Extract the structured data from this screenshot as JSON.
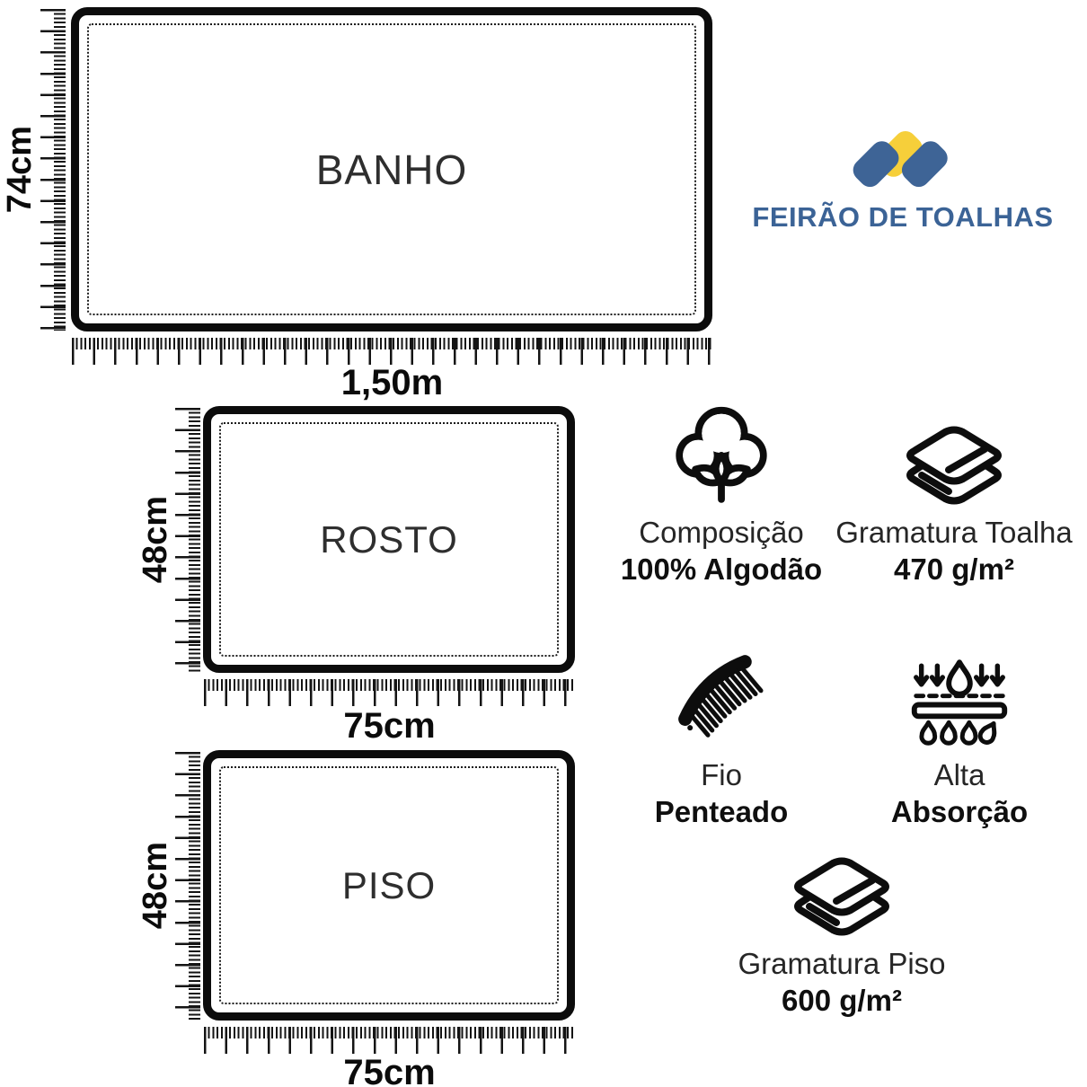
{
  "brand": {
    "name": "FEIRÃO DE TOALHAS",
    "logo_colors": {
      "blue": "#3e6496",
      "yellow": "#f6cf3a"
    }
  },
  "towels": [
    {
      "label": "BANHO",
      "height_label": "74cm",
      "width_label": "1,50m"
    },
    {
      "label": "ROSTO",
      "height_label": "48cm",
      "width_label": "75cm"
    },
    {
      "label": "PISO",
      "height_label": "48cm",
      "width_label": "75cm"
    }
  ],
  "features": [
    {
      "title": "Composição",
      "value": "100% Algodão",
      "icon": "cotton-icon"
    },
    {
      "title": "Gramatura Toalha",
      "value": "470 g/m²",
      "icon": "folded-towel-icon"
    },
    {
      "title": "Fio",
      "value": "Penteado",
      "icon": "comb-icon"
    },
    {
      "title": "Alta",
      "value": "Absorção",
      "icon": "water-absorption-icon"
    },
    {
      "title": "Gramatura Piso",
      "value": "600 g/m²",
      "icon": "folded-towel-icon"
    }
  ]
}
